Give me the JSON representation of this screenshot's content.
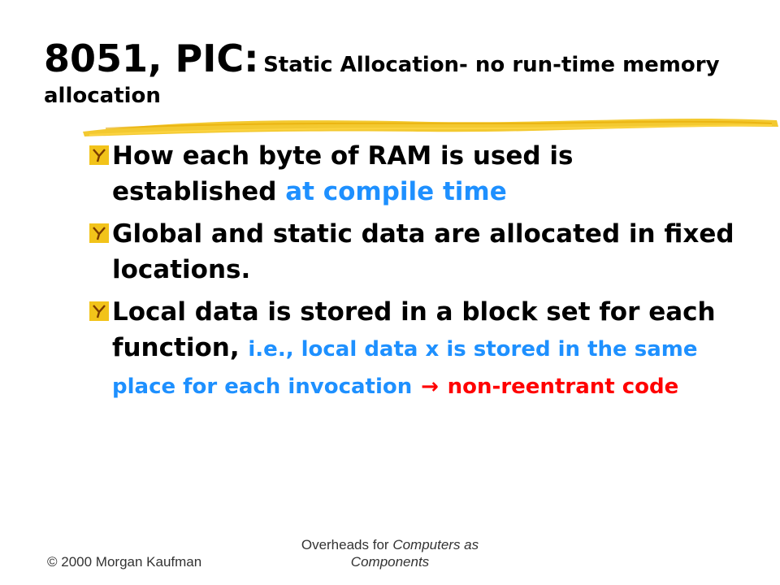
{
  "title": {
    "main": "8051, PIC:",
    "sub": "Static Allocation- no run-time memory allocation"
  },
  "bullets": [
    {
      "black": "How each byte of RAM is used is established",
      "blue": "at compile time"
    },
    {
      "black": "Global and static data are allocated in fixed locations."
    },
    {
      "black": "Local data is stored in a block set for each function,",
      "blue": "i.e., local data x is stored in the same place for each invocation",
      "arrow": "→",
      "red": "non-reentrant code"
    }
  ],
  "footer": {
    "left": "© 2000 Morgan Kaufman",
    "center_prefix": "Overheads for",
    "center_italic": "Computers as Components"
  },
  "colors": {
    "accent_blue": "#1e90ff",
    "accent_red": "#ff0000",
    "brush_yellow": "#f2c31a",
    "marker_yellow": "#f2c31a"
  },
  "icons": {
    "bullet": "y-bullet-icon",
    "underline": "brush-stroke"
  }
}
